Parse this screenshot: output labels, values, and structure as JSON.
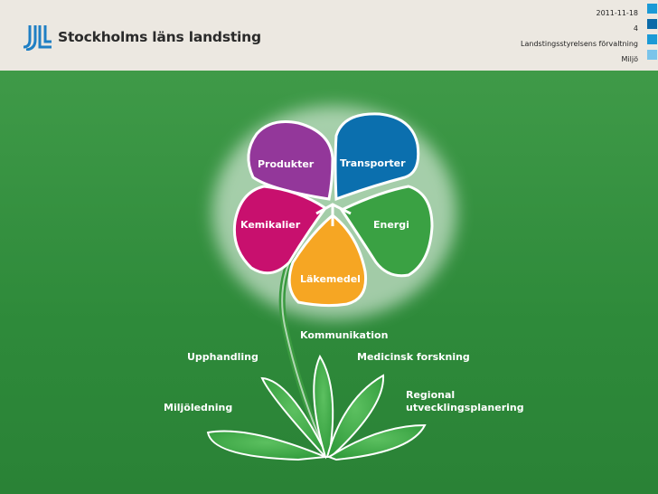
{
  "header": {
    "logo_text": "Stockholms läns landsting",
    "date": "2011-11-18",
    "page_number": "4",
    "department": "Landstingsstyrelsens förvaltning",
    "section": "Miljö",
    "square_colors": [
      "#1a9ad6",
      "#0a6aa8",
      "#1a9ad6",
      "#7ac4ea"
    ]
  },
  "flower": {
    "petals": [
      {
        "label": "Produkter",
        "color": "#93379a"
      },
      {
        "label": "Transporter",
        "color": "#0b6fae"
      },
      {
        "label": "Kemikalier",
        "color": "#c8106e"
      },
      {
        "label": "Energi",
        "color": "#3aa143"
      },
      {
        "label": "Läkemedel",
        "color": "#f6a623"
      }
    ],
    "stem_labels": {
      "kommunikation": "Kommunikation",
      "upphandling": "Upphandling",
      "medicinsk": "Medicinsk forskning",
      "regional": "Regional\nutvecklingsplanering",
      "miljoledning": "Miljöledning"
    }
  }
}
